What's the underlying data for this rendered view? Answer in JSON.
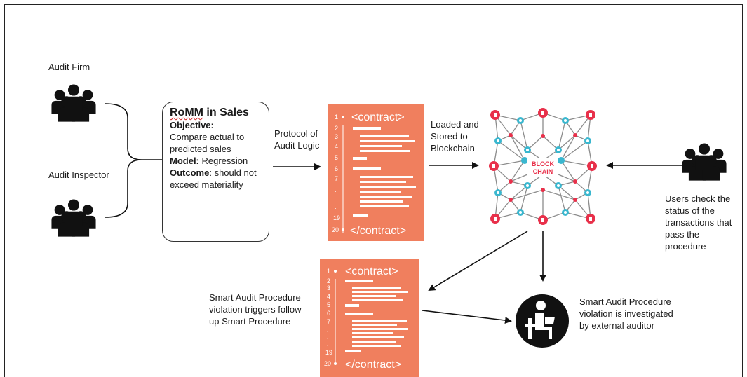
{
  "labels": {
    "audit_firm": "Audit Firm",
    "audit_inspector": "Audit Inspector",
    "protocol": [
      "Protocol of",
      "Audit Logic"
    ],
    "loaded": [
      "Loaded and",
      "Stored to",
      "Blockchain"
    ],
    "users": [
      "Users check the",
      "status of the",
      "transactions that",
      "pass the",
      "procedure"
    ],
    "violation_triggers": [
      "Smart Audit Procedure",
      "violation triggers follow",
      "up Smart Procedure"
    ],
    "violation_investigated": [
      "Smart Audit Procedure",
      "violation is investigated",
      "by external auditor"
    ]
  },
  "romm": {
    "title_prefix": "RoMM",
    "title_suffix": " in Sales",
    "objective_label": "Objective:",
    "objective_text": "Compare actual to predicted sales",
    "model_label": "Model:",
    "model_text": " Regression",
    "outcome_label": "Outcome",
    "outcome_text": ": should not exceed materiality"
  },
  "contract": {
    "open_tag": "<contract>",
    "close_tag": "</contract>",
    "line_numbers": [
      "1",
      "2",
      "3",
      "4",
      "5",
      "6",
      "7",
      ".",
      ".",
      ".",
      "19",
      "20"
    ]
  },
  "blockchain": {
    "badge_line1": "BLOCK",
    "badge_line2": "CHAIN"
  },
  "colors": {
    "contract_bg": "#f07f5e",
    "node_red": "#e8304a",
    "node_teal": "#3ab7cf",
    "link_gray": "#8c8c8c",
    "people": "#111111"
  },
  "icons": [
    "people-group-icon",
    "contract-document-icon",
    "blockchain-network-icon",
    "auditor-laptop-icon"
  ]
}
